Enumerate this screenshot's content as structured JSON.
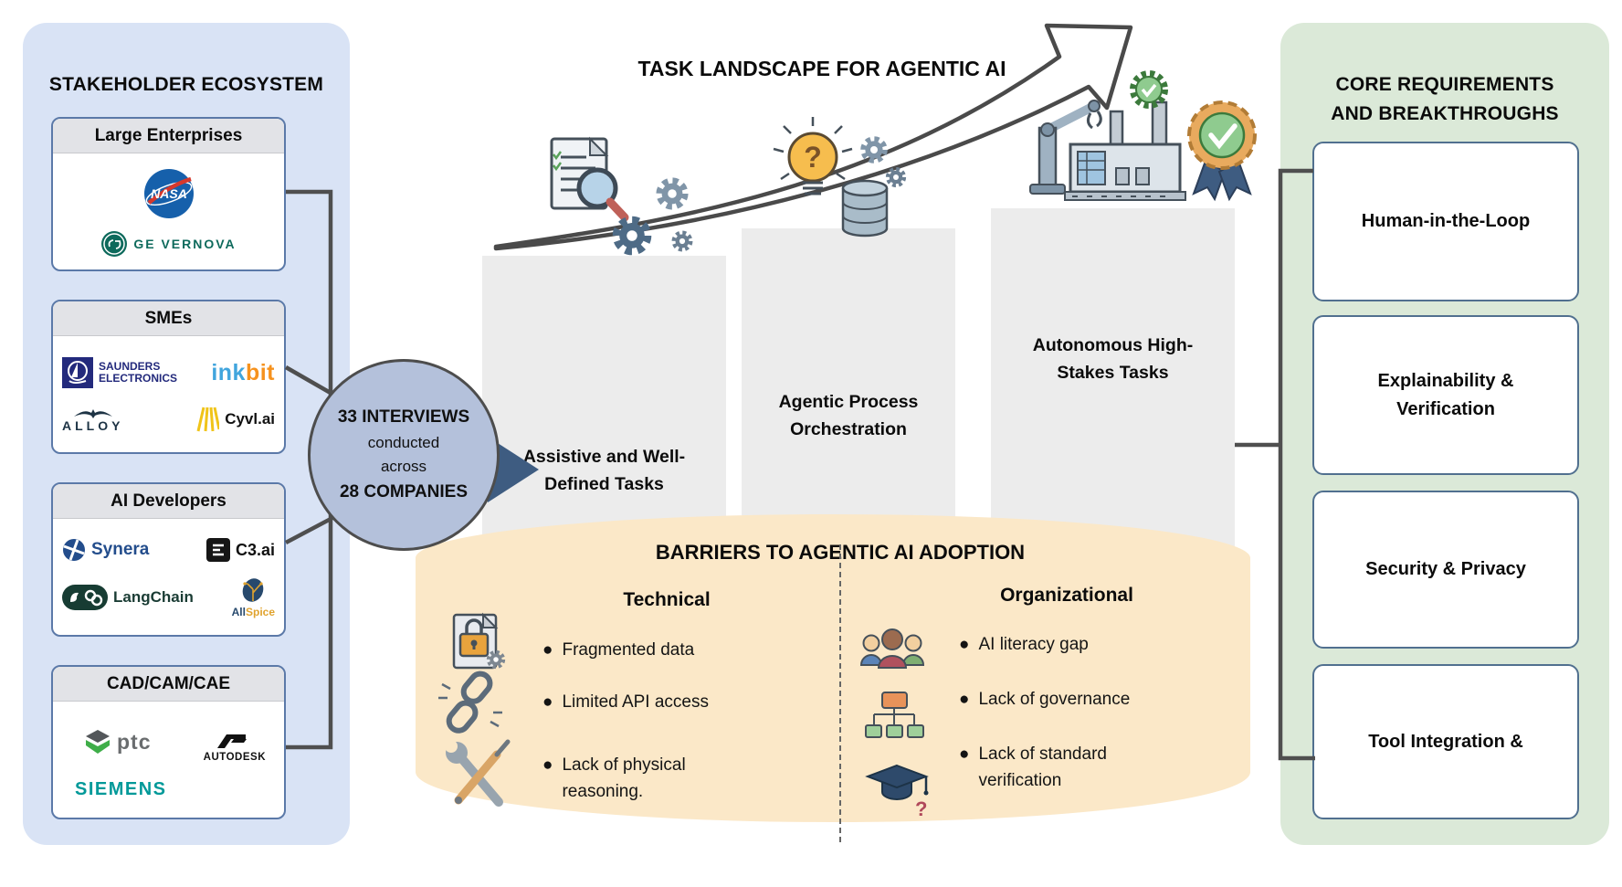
{
  "stakeholder_panel": {
    "title": "STAKEHOLDER ECOSYSTEM",
    "groups": [
      {
        "label": "Large Enterprises"
      },
      {
        "label": "SMEs"
      },
      {
        "label": "AI Developers"
      },
      {
        "label": "CAD/CAM/CAE"
      }
    ],
    "logos": {
      "nasa": "NASA",
      "ge_vernova": "GE VERNOVA",
      "saunders_line1": "SAUNDERS",
      "saunders_line2": "ELECTRONICS",
      "inkbit_ink": "ink",
      "inkbit_bit": "bit",
      "alloy": "ALLOY",
      "cyvl": "Cyvl.ai",
      "synera": "Synera",
      "c3": "C3.ai",
      "langchain": "LangChain",
      "allspice_all": "All",
      "allspice_spice": "Spice",
      "ptc": "ptc",
      "siemens": "SIEMENS",
      "autodesk": "AUTODESK"
    }
  },
  "interviews_badge": {
    "line1": "33 INTERVIEWS",
    "line2": "conducted",
    "line3": "across",
    "line4": "28 COMPANIES"
  },
  "task_landscape": {
    "title": "TASK LANDSCAPE FOR AGENTIC AI",
    "stages": [
      {
        "label": "Assistive and Well-Defined Tasks"
      },
      {
        "label": "Agentic Process Orchestration"
      },
      {
        "label": "Autonomous High-Stakes Tasks"
      }
    ]
  },
  "barriers": {
    "title": "BARRIERS TO AGENTIC AI ADOPTION",
    "technical": {
      "label": "Technical",
      "items": [
        "Fragmented data",
        "Limited API access",
        "Lack of physical reasoning."
      ]
    },
    "organizational": {
      "label": "Organizational",
      "items": [
        "AI literacy gap",
        "Lack of governance",
        "Lack of standard verification"
      ]
    },
    "bullet": "●"
  },
  "requirements_panel": {
    "title_line1": "CORE REQUIREMENTS",
    "title_line2": "AND BREAKTHROUGHS",
    "boxes": [
      "Human-in-the-Loop",
      "Explainability & Verification",
      "Security & Privacy",
      "Tool Integration &"
    ]
  },
  "icons": {
    "question_mark": "?"
  },
  "colors": {
    "left_panel_bg": "#d9e3f5",
    "right_panel_bg": "#dbe9d8",
    "column_bg": "#ececec",
    "cylinder_bg": "#fbe8c8",
    "circle_bg": "#b4c1db",
    "connector": "#4f4f4f",
    "pointer_navy": "#3e5c81"
  }
}
